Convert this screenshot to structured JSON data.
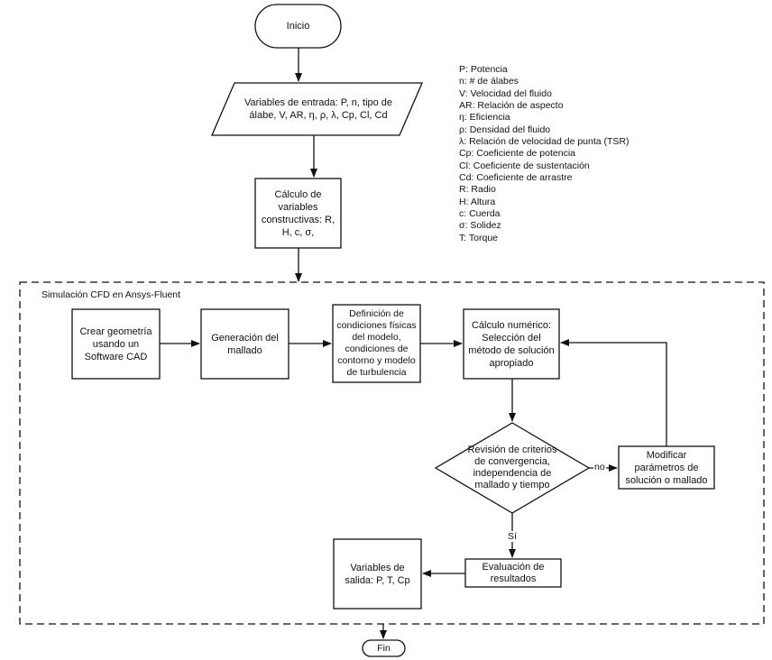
{
  "nodes": {
    "start": "Inicio",
    "inputs": "Variables de entrada: P, n, tipo de álabe, V, AR, η, ρ, λ, Cp, Cl, Cd",
    "calc": "Cálculo de variables constructivas: R, H, c, σ,",
    "cad": "Crear geometría usando un Software CAD",
    "mesh": "Generación del mallado",
    "conditions": "Definición de condiciones físicas del modelo, condiciones de contorno y modelo de turbulencia",
    "numeric": "Cálculo numérico: Selección del método de solución apropiado",
    "review": "Revisión de criterios de convergencia, independencia de mallado y tiempo",
    "modify": "Modificar parámetros de solución o mallado",
    "evaluation": "Evaluación de resultados",
    "outputs": "Variables de salida: P, T, Cp",
    "end": "Fin"
  },
  "group_label": "Simulación CFD en Ansys-Fluent",
  "edge_labels": {
    "no": "no",
    "yes": "Sí"
  },
  "legend": [
    "P: Potencia",
    "n: # de álabes",
    "V: Velocidad del fluido",
    "AR: Relación de aspecto",
    "η: Eficiencia",
    "ρ: Densidad del fluido",
    "λ: Relación de velocidad de punta (TSR)",
    "Cp: Coeficiente de potencia",
    "Cl: Coeficiente de sustentación",
    "Cd: Coeficiente de arrastre",
    "R: Radio",
    "H: Altura",
    "c: Cuerda",
    "σ: Solidez",
    "T: Torque"
  ]
}
